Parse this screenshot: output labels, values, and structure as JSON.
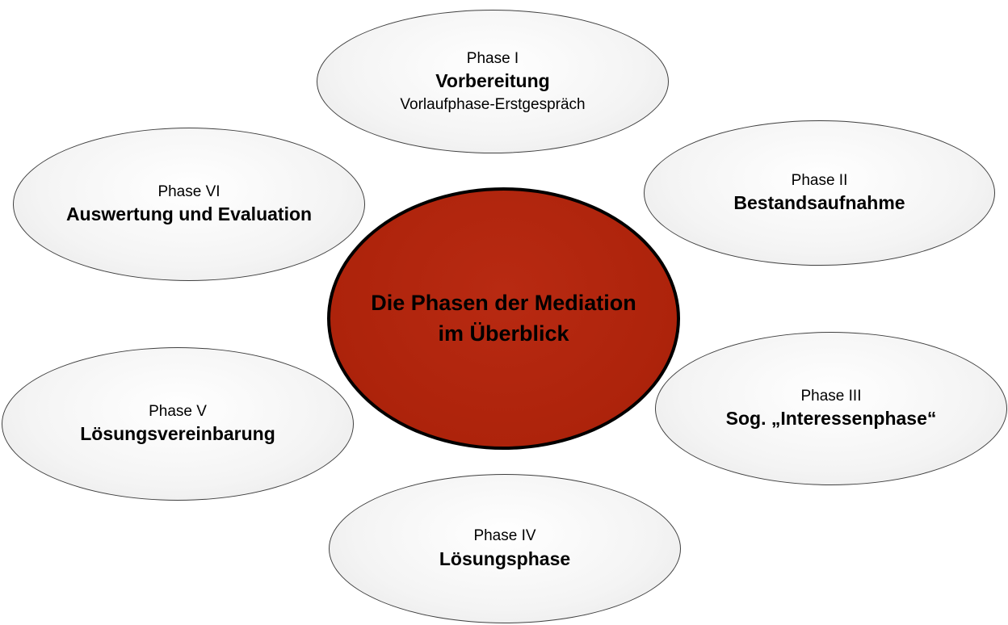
{
  "diagram": {
    "center": {
      "line1": "Die Phasen der Mediation",
      "line2": "im Überblick",
      "fill_color": "#ad230b"
    },
    "phases": [
      {
        "label": "Phase I",
        "name": "Vorbereitung",
        "subtitle": "Vorlaufphase-Erstgespräch"
      },
      {
        "label": "Phase II",
        "name": "Bestandsaufnahme"
      },
      {
        "label": "Phase III",
        "name": "Sog. „Interessenphase“"
      },
      {
        "label": "Phase IV",
        "name": "Lösungsphase"
      },
      {
        "label": "Phase V",
        "name": "Lösungsvereinbarung"
      },
      {
        "label": "Phase VI",
        "name": "Auswertung und Evaluation"
      }
    ],
    "phase_fill_color": "#f4f4f4",
    "phase_border_color": "#404040"
  }
}
